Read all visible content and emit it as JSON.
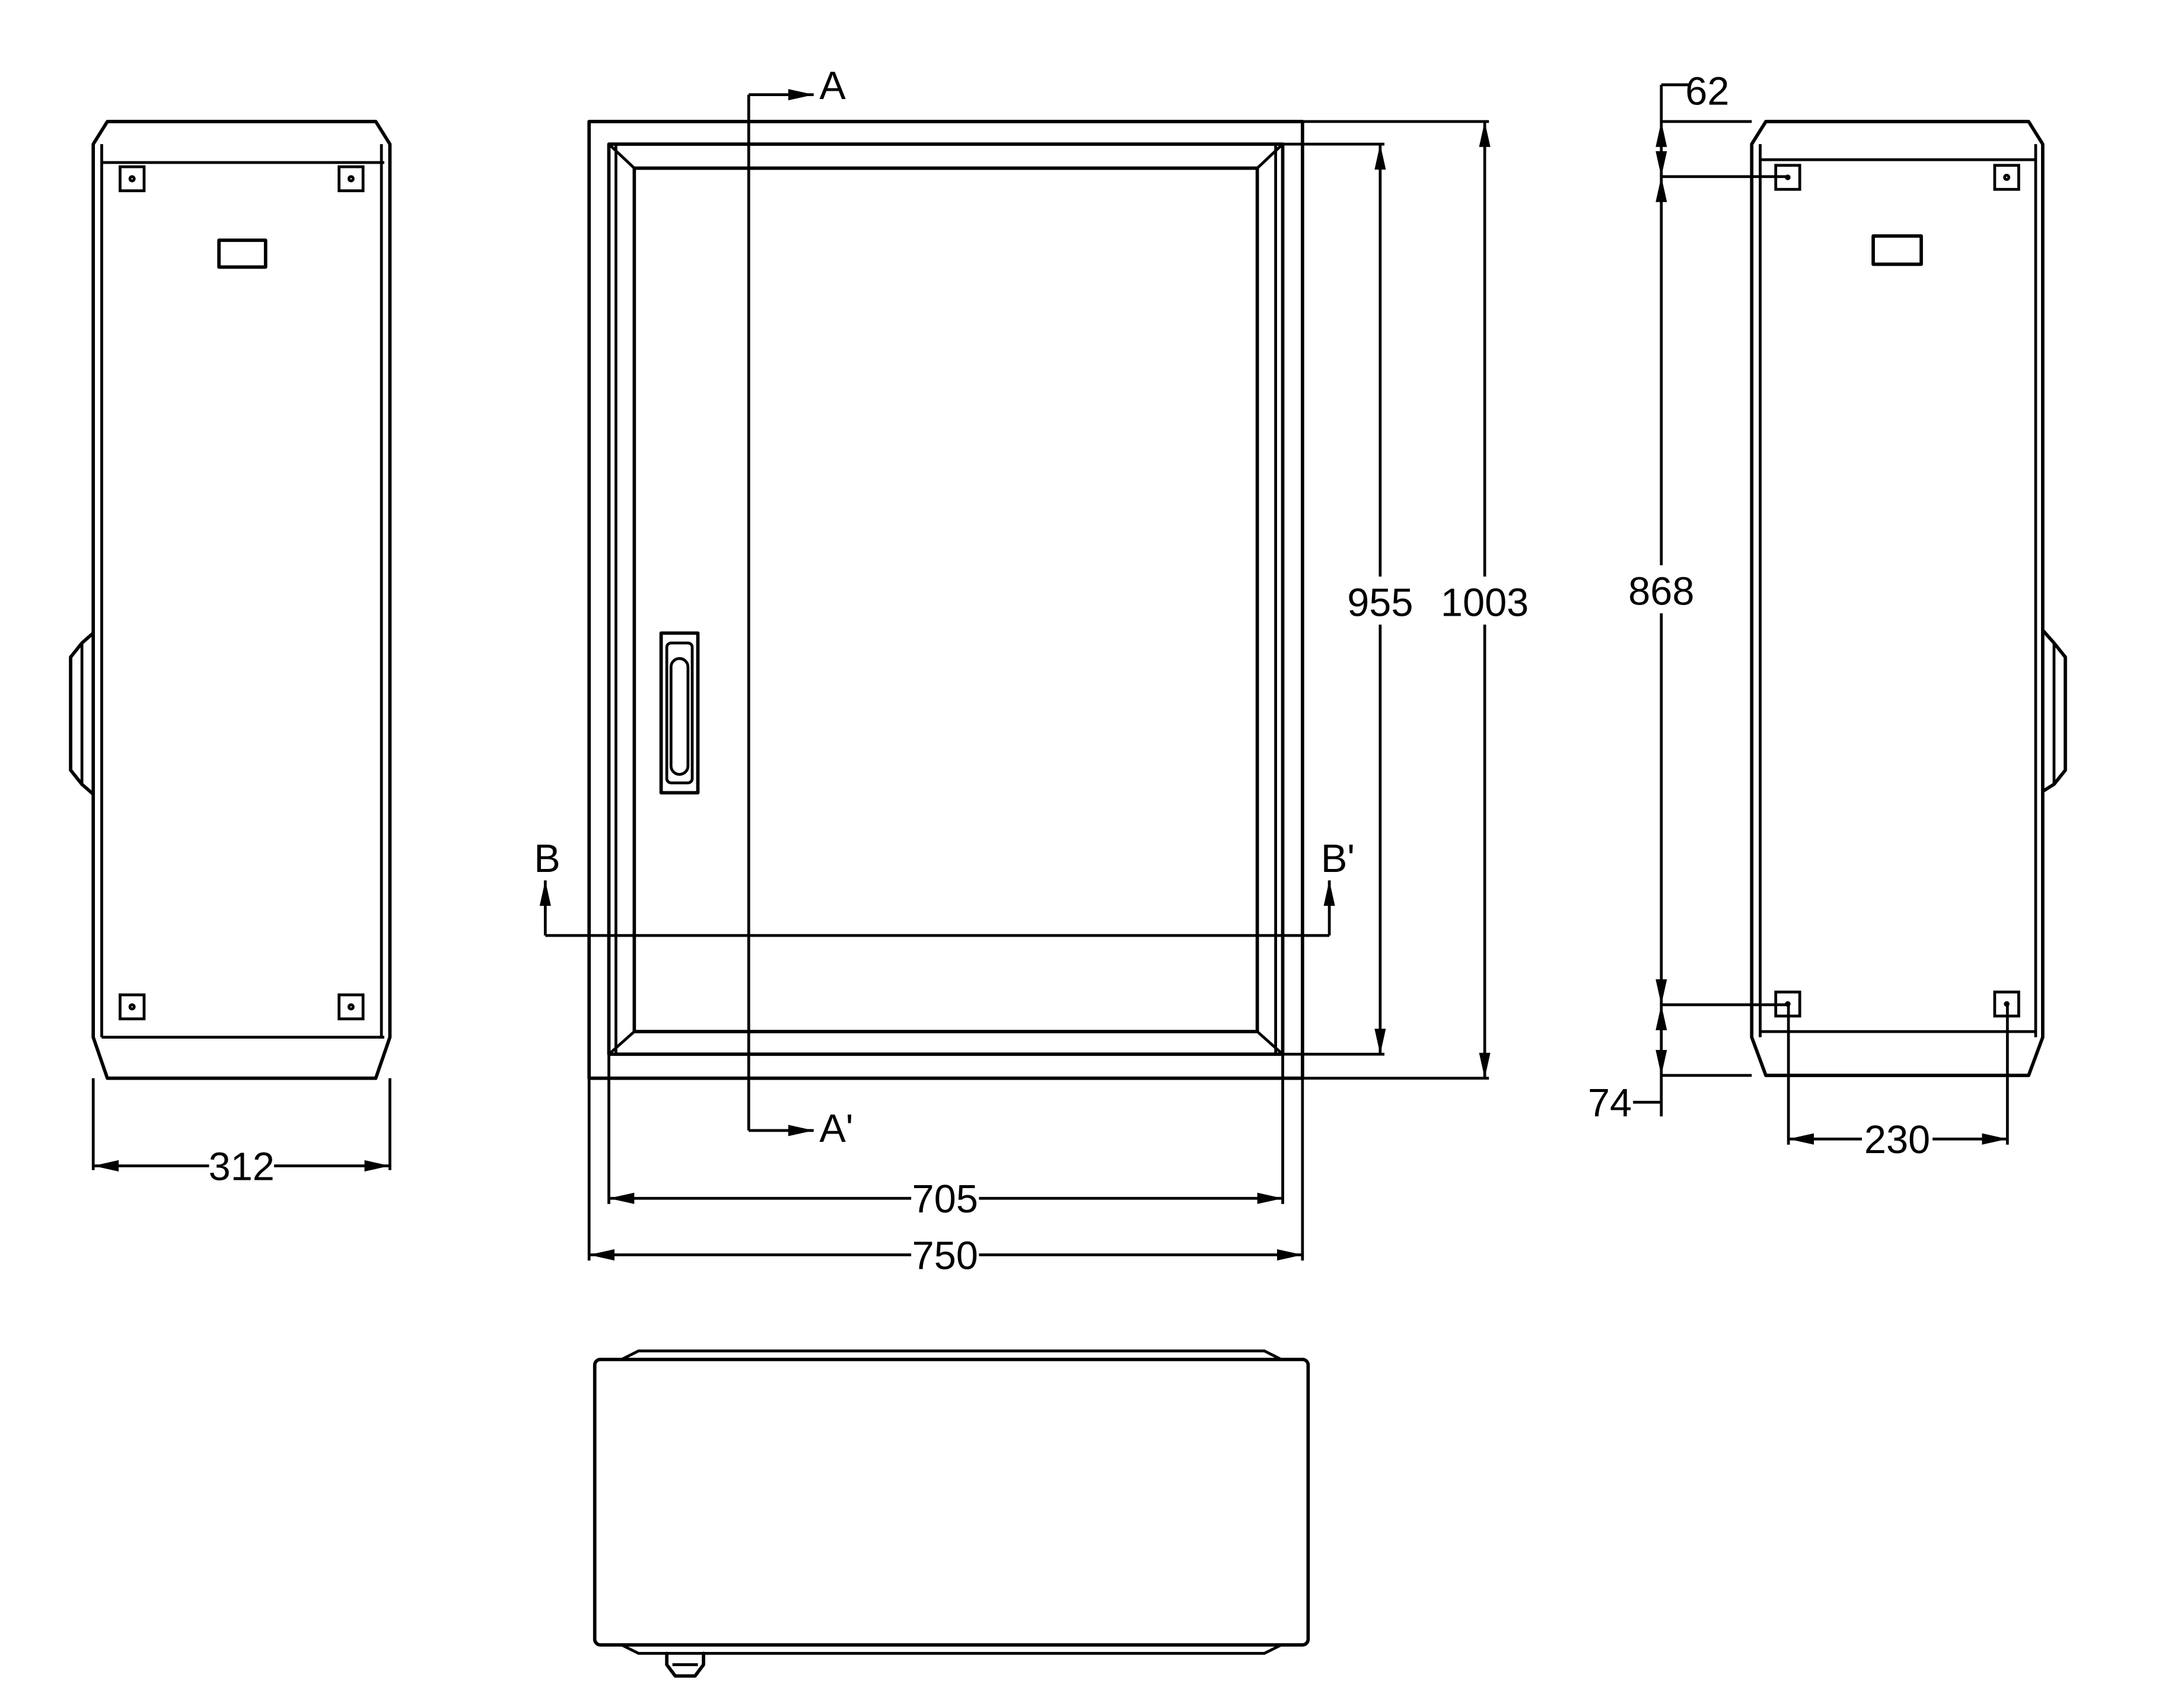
{
  "dimensions": {
    "left_width": "312",
    "inner_width": "705",
    "outer_width": "750",
    "inner_height": "955",
    "outer_height": "1003",
    "top_offset": "62",
    "mount_height": "868",
    "bottom_offset": "74",
    "mount_width": "230"
  },
  "section_labels": {
    "a_top": "A",
    "a_bottom": "A'",
    "b_left": "B",
    "b_right": "B'"
  },
  "colors": {
    "line": "#000000",
    "background": "#ffffff"
  }
}
